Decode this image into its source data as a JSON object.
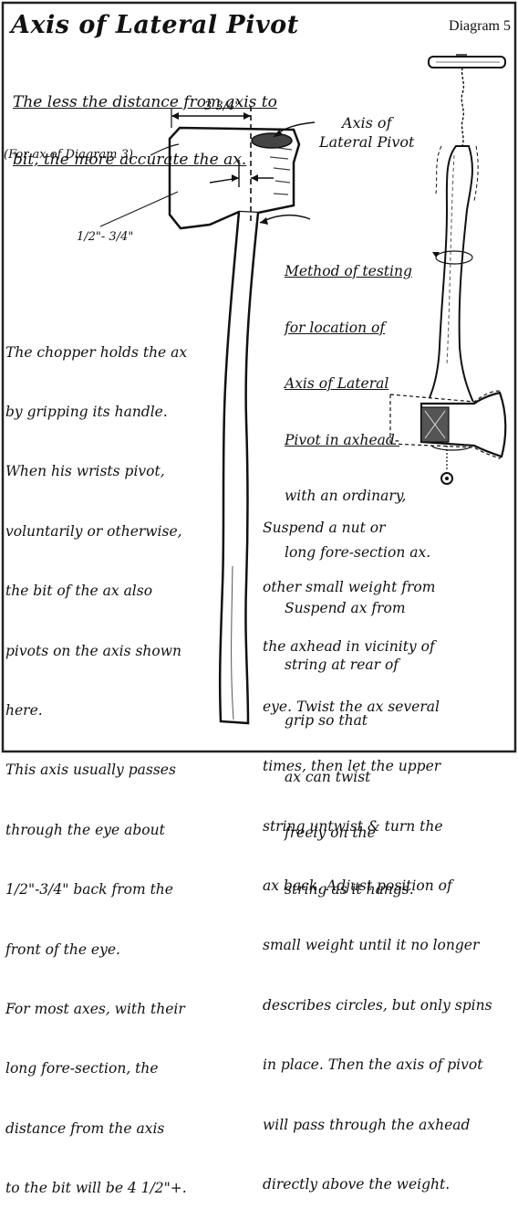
{
  "title": "Axis of Lateral Pivot",
  "diagram_number": "Diagram 5",
  "subtitle_lines": [
    "The less the distance from axis to",
    "bit, the more accurate the ax."
  ],
  "labels": {
    "width_dimension": "3 3/4\"",
    "axis_of_lateral_pivot": "Axis of\nLateral Pivot",
    "for_ax_of_diagram": "(For ax of Diagram 3)",
    "eye_offset": "1/2\"- 3/4\""
  },
  "method_lines": [
    {
      "text": "Method of testing",
      "underline": true
    },
    {
      "text": "for location of",
      "underline": true
    },
    {
      "text": "Axis of Lateral",
      "underline": true
    },
    {
      "text": "Pivot in axhead-",
      "underline": true
    },
    {
      "text": "with an ordinary,",
      "underline": false
    },
    {
      "text": "long fore-section ax.",
      "underline": false
    },
    {
      "text": "Suspend ax from",
      "underline": false
    },
    {
      "text": "string at rear of",
      "underline": false
    },
    {
      "text": "grip so that",
      "underline": false
    },
    {
      "text": "ax can twist",
      "underline": false
    },
    {
      "text": "freely on the",
      "underline": false
    },
    {
      "text": "string as it hangs.",
      "underline": false
    }
  ],
  "left_paragraph_lines": [
    "The chopper holds the ax",
    "by gripping its handle.",
    "When his wrists pivot,",
    "voluntarily or otherwise,",
    "the bit of the ax also",
    "pivots on the axis shown",
    "here.",
    "This axis usually passes",
    "through the eye about",
    "1/2\"-3/4\" back from the",
    "front of the eye.",
    "For most axes, with their",
    "long fore-section, the",
    "distance from the axis",
    "to the bit will be 4 1/2\"+."
  ],
  "right_paragraph_lines": [
    "Suspend a nut or",
    "other small weight from",
    "the axhead in vicinity of",
    "eye. Twist the ax several",
    "times, then let the upper",
    "string untwist & turn the",
    "ax back. Adjust position of",
    "small weight until it no longer",
    "describes circles, but only spins",
    "in place. Then the axis of pivot",
    "will pass through the axhead",
    "directly above the weight."
  ]
}
